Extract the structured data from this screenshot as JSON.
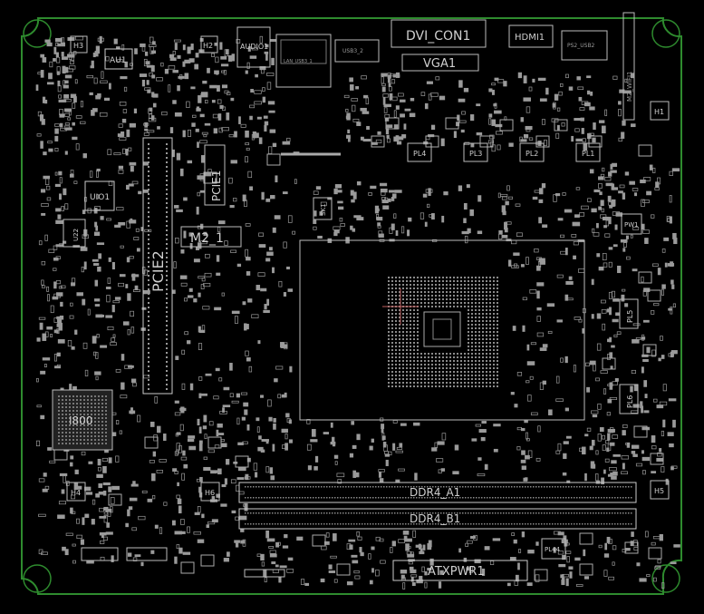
{
  "colors": {
    "background": "#000000",
    "board_outline": "#2e8b2e",
    "silkscreen": "#c8c8c8",
    "pad": "#9a9a9a",
    "cpu_marker": "#c06060"
  },
  "labels": {
    "h3": "H3",
    "au1": "AU1",
    "h2": "H2",
    "audio1": "AUDIO1",
    "lan_usb": "LAN_USB3_1",
    "usb3": "USB3_2",
    "dvi": "DVI_CON1",
    "vga": "VGA1",
    "hdmi": "HDMI1",
    "ps2": "PS2_USB2",
    "m2wifi": "M2_WIFI1",
    "h1": "H1",
    "pl4": "PL4",
    "pl3": "PL3",
    "pl2": "PL2",
    "pl1": "PL1",
    "sk1": "SK1",
    "pw1": "PW1",
    "pcie1": "PCIE1",
    "uio1": "UIO1",
    "u22": "U22",
    "pcie2": "PCIE2",
    "m2_1": "M2_1",
    "pl5": "PL5",
    "pl6": "PL6",
    "i800": "I800",
    "h4": "H4",
    "h6": "H6",
    "ddr4_a1": "DDR4_A1",
    "ddr4_b1": "DDR4_B1",
    "h5": "H5",
    "pl44": "PL44",
    "atxpwr": "ATXPWR1"
  }
}
